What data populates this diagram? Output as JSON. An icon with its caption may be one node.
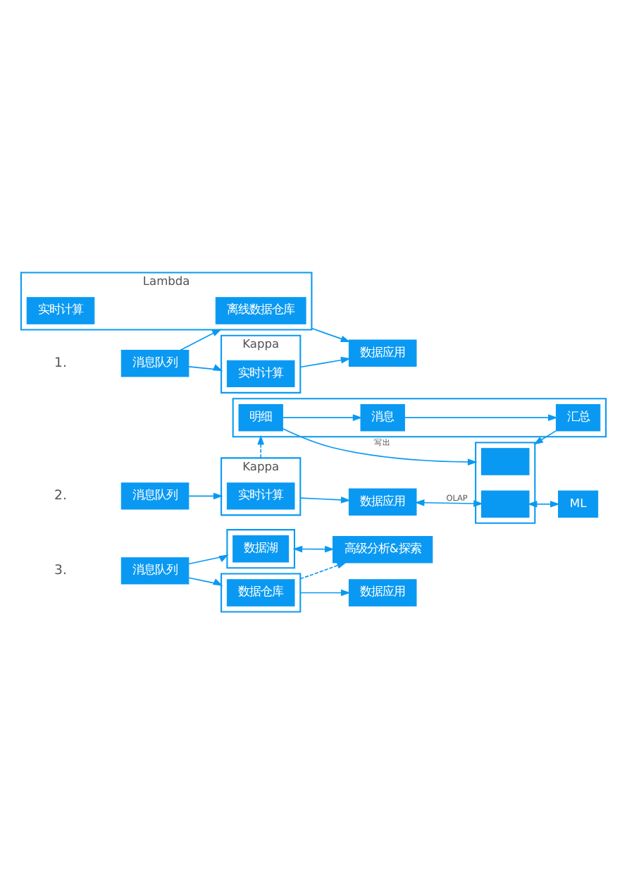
{
  "diagram": {
    "nodes": [
      {
        "text": [
          "消息队列"
        ]
      },
      {
        "text": [
          "Kappa"
        ]
      },
      {
        "text": [
          "实时计算"
        ],
        "in": 1
      },
      {
        "text": [
          "Lambda"
        ]
      },
      {
        "text": [
          "离线数据仓库"
        ],
        "in": 3
      },
      {
        "text": [
          "实时计算"
        ],
        "in": 3
      },
      {
        "text": [
          "数据应用"
        ]
      },
      {
        "text": [
          "消息队列"
        ]
      },
      {
        "text": [
          "Kappa"
        ]
      },
      {
        "text": [
          "实时计算"
        ],
        "in": 8
      },
      {
        "text": [
          "数据应用"
        ]
      },
      {
        "text": [],
        "shape": "box"
      },
      {
        "text": [
          "明细"
        ],
        "in": 11
      },
      {
        "text": [
          "消息"
        ],
        "in": 11
      },
      {
        "text": [
          "汇总"
        ],
        "in": 11
      },
      {
        "text": [],
        "shape": "box"
      },
      {
        "text": [],
        "shape": "box",
        "in": 15
      },
      {
        "text": [],
        "shape": "box",
        "in": 15
      },
      {
        "text": [
          "ML"
        ]
      },
      {
        "text": [
          "消息队列"
        ]
      },
      {
        "text": [],
        "shape": "box"
      },
      {
        "text": [
          "数据仓库"
        ],
        "in": 20
      },
      {
        "text": [
          "数据应用"
        ]
      },
      {
        "text": [],
        "shape": "box"
      },
      {
        "text": [
          "数据湖"
        ],
        "in": 23
      },
      {
        "text": [
          "高级分析&探索"
        ]
      }
    ],
    "edges": [
      {
        "from": 0,
        "to": 1,
        "arrow": "to"
      },
      {
        "from": 0,
        "to": 3,
        "arrow": "to"
      },
      {
        "from": 1,
        "to": 6,
        "arrow": "to"
      },
      {
        "from": 3,
        "to": 6,
        "arrow": "to"
      },
      {
        "from": 7,
        "to": 8,
        "arrow": "to"
      },
      {
        "from": 8,
        "to": 10,
        "arrow": "to"
      },
      {
        "from": 8,
        "to": 11,
        "arrow": "to",
        "style": "dashed"
      },
      {
        "from": 12,
        "to": 13,
        "arrow": "to"
      },
      {
        "from": 13,
        "to": 14,
        "arrow": "to"
      },
      {
        "from": 12,
        "to": 15,
        "arrow": "to",
        "label": "写出"
      },
      {
        "from": 14,
        "to": 15,
        "arrow": "to"
      },
      {
        "from": 10,
        "to": 17,
        "arrow": "both",
        "label": "OLAP"
      },
      {
        "from": 17,
        "to": 18,
        "arrow": "both"
      },
      {
        "from": 19,
        "to": 20,
        "arrow": "to"
      },
      {
        "from": 20,
        "to": 22,
        "arrow": "to"
      },
      {
        "from": 19,
        "to": 23,
        "arrow": "to"
      },
      {
        "from": 20,
        "to": 25,
        "arrow": "to",
        "style": "dashed"
      },
      {
        "from": 23,
        "to": 25,
        "arrow": "both"
      }
    ],
    "labels": [
      "1.",
      "2.",
      "3."
    ]
  }
}
